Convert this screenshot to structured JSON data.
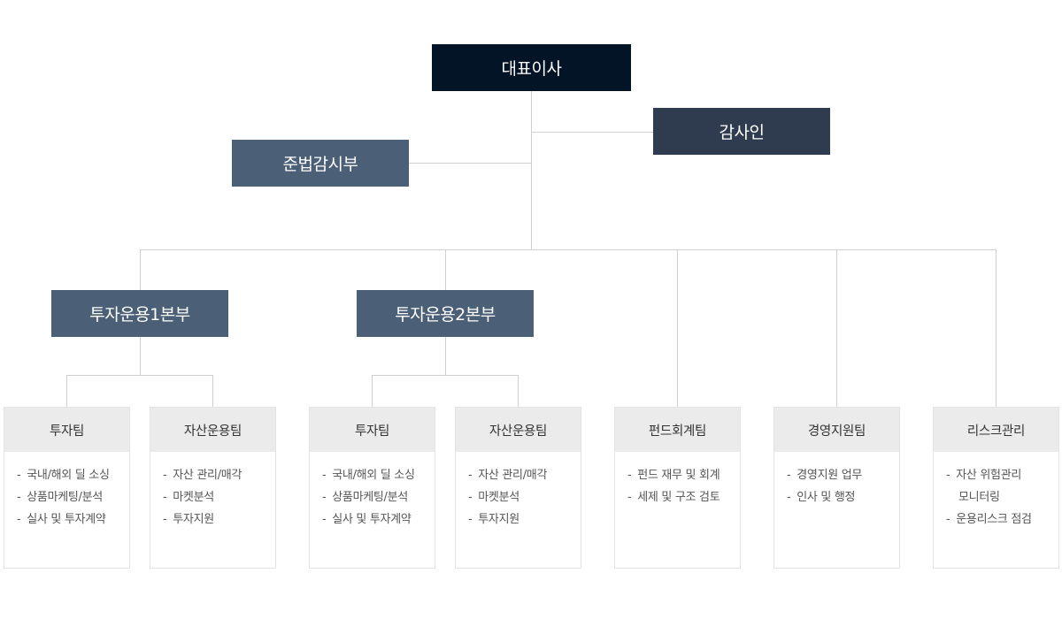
{
  "top": {
    "ceo": "대표이사",
    "auditor": "감사인",
    "compliance": "준법감시부"
  },
  "divisions": {
    "div1": "투자운용1본부",
    "div2": "투자운용2본부"
  },
  "teams": [
    {
      "name": "투자팀",
      "items": [
        "국내/해외 딜 소싱",
        "상품마케팅/분석",
        "실사 및 투자계약"
      ]
    },
    {
      "name": "자산운용팀",
      "items": [
        "자산 관리/매각",
        "마켓분석",
        "투자지원"
      ]
    },
    {
      "name": "투자팀",
      "items": [
        "국내/해외 딜 소싱",
        "상품마케팅/분석",
        "실사 및 투자계약"
      ]
    },
    {
      "name": "자산운용팀",
      "items": [
        "자산 관리/매각",
        "마켓분석",
        "투자지원"
      ]
    },
    {
      "name": "펀드회계팀",
      "items": [
        "펀드 재무 및 회계",
        "세제 및 구조 검토"
      ]
    },
    {
      "name": "경영지원팀",
      "items": [
        "경영지원 업무",
        "인사 및 행정"
      ]
    },
    {
      "name": "리스크관리",
      "items": [
        "자산 위험관리",
        "모니터링",
        "운용리스크 점검"
      ]
    }
  ],
  "bullet": "-"
}
